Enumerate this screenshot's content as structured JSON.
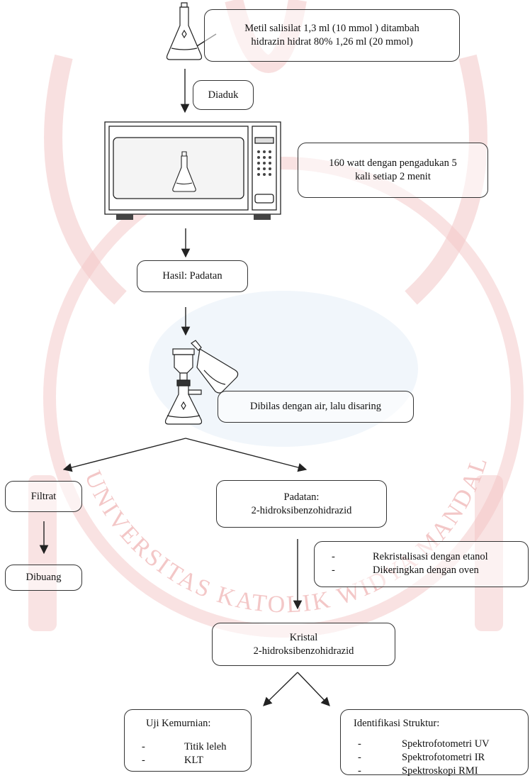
{
  "steps": {
    "start_line1": "Metil salisilat 1,3 ml (10 mmol ) ditambah",
    "start_line2": "hidrazin hidrat 80% 1,26 ml (20 mmol)",
    "stir": "Diaduk",
    "microwave_line1": "160 watt dengan pengadukan 5",
    "microwave_line2": "kali setiap 2 menit",
    "result": "Hasil: Padatan",
    "wash": "Dibilas dengan air, lalu disaring",
    "filtrate": "Filtrat",
    "discard": "Dibuang",
    "solid_line1": "Padatan:",
    "solid_line2": "2-hidroksibenzohidrazid",
    "treat_items": [
      "Rekristalisasi dengan etanol",
      "Dikeringkan dengan oven"
    ],
    "crystal_line1": "Kristal",
    "crystal_line2": "2-hidroksibenzohidrazid",
    "purity_title": "Uji Kemurnian:",
    "purity_items": [
      "Titik leleh",
      "KLT"
    ],
    "ident_title": "Identifikasi Struktur:",
    "ident_items": [
      "Spektrofotometri UV",
      "Spektrofotometri IR",
      "Spektroskopi RMI"
    ]
  },
  "watermark_text": "UNIVERSITAS KATOLIK WIDYA MANDALA SURABAYA",
  "colors": {
    "watermark": "#f2c2c2",
    "line": "#222222"
  },
  "icons": [
    "erlenmeyer-flask-icon",
    "microwave-oven-icon",
    "filtration-apparatus-icon"
  ]
}
